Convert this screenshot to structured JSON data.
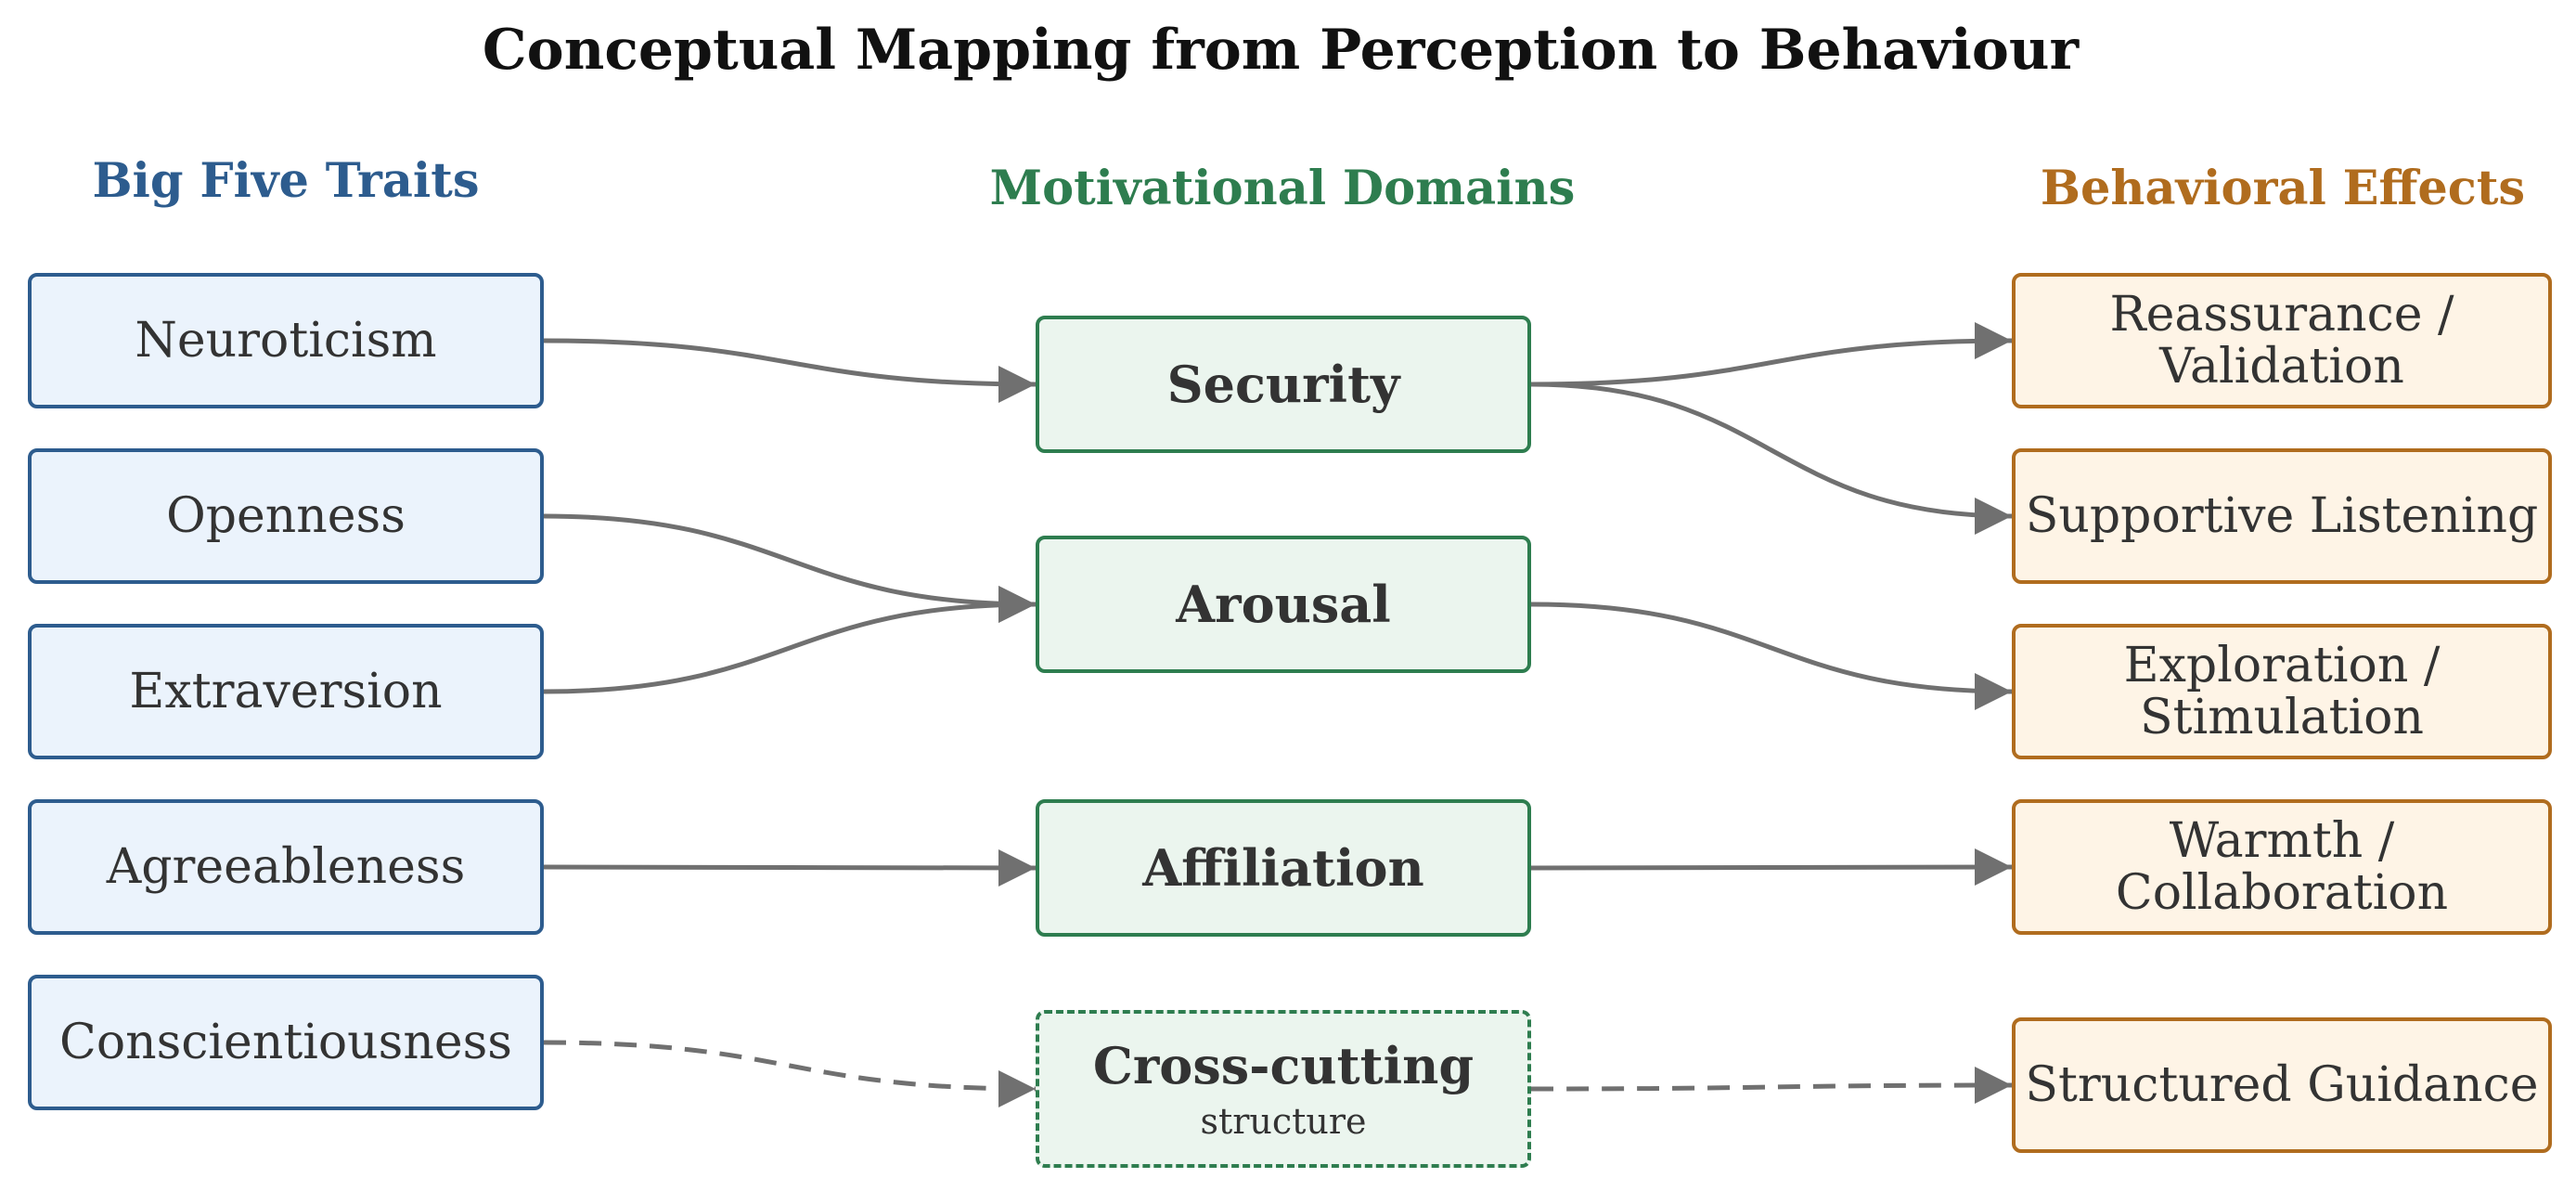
{
  "title": "Conceptual Mapping from Perception to Behaviour",
  "headers": {
    "traits": "Big Five Traits",
    "domains": "Motivational Domains",
    "effects": "Behavioral Effects"
  },
  "colors": {
    "traits_header": "#2d5c8e",
    "domains_header": "#2e7d4f",
    "effects_header": "#b06c1e",
    "edge": "#707070"
  },
  "traits": [
    {
      "id": "neuroticism",
      "label": "Neuroticism"
    },
    {
      "id": "openness",
      "label": "Openness"
    },
    {
      "id": "extraversion",
      "label": "Extraversion"
    },
    {
      "id": "agreeableness",
      "label": "Agreeableness"
    },
    {
      "id": "conscientiousness",
      "label": "Conscientiousness"
    }
  ],
  "domains": [
    {
      "id": "security",
      "label": "Security",
      "sublabel": ""
    },
    {
      "id": "arousal",
      "label": "Arousal",
      "sublabel": ""
    },
    {
      "id": "affiliation",
      "label": "Affiliation",
      "sublabel": ""
    },
    {
      "id": "cross-cutting",
      "label": "Cross-cutting",
      "sublabel": "structure"
    }
  ],
  "effects": [
    {
      "id": "reassurance",
      "lines": [
        "Reassurance /",
        "Validation"
      ]
    },
    {
      "id": "supportive-listening",
      "lines": [
        "Supportive Listening"
      ]
    },
    {
      "id": "exploration",
      "lines": [
        "Exploration /",
        "Stimulation"
      ]
    },
    {
      "id": "warmth",
      "lines": [
        "Warmth /",
        "Collaboration"
      ]
    },
    {
      "id": "structured-guidance",
      "lines": [
        "Structured Guidance"
      ]
    }
  ],
  "edges": [
    {
      "from": "neuroticism",
      "to": "security",
      "style": "solid"
    },
    {
      "from": "openness",
      "to": "arousal",
      "style": "solid"
    },
    {
      "from": "extraversion",
      "to": "arousal",
      "style": "solid"
    },
    {
      "from": "agreeableness",
      "to": "affiliation",
      "style": "solid"
    },
    {
      "from": "conscientiousness",
      "to": "cross-cutting",
      "style": "dashed"
    },
    {
      "from": "security",
      "to": "reassurance",
      "style": "solid"
    },
    {
      "from": "security",
      "to": "supportive-listening",
      "style": "solid"
    },
    {
      "from": "arousal",
      "to": "exploration",
      "style": "solid"
    },
    {
      "from": "affiliation",
      "to": "warmth",
      "style": "solid"
    },
    {
      "from": "cross-cutting",
      "to": "structured-guidance",
      "style": "dashed"
    }
  ]
}
